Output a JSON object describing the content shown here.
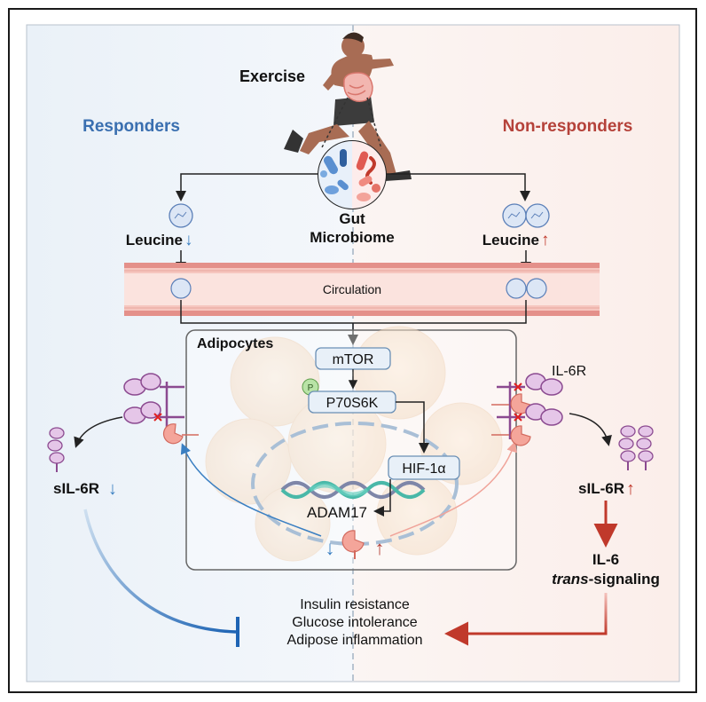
{
  "labels": {
    "exercise": "Exercise",
    "responders": "Responders",
    "non_responders": "Non-responders",
    "gut_line1": "Gut",
    "gut_line2": "Microbiome",
    "leucine_left": "Leucine",
    "leucine_right": "Leucine",
    "circulation": "Circulation",
    "adipocytes": "Adipocytes",
    "mtor": "mTOR",
    "phospho": "P",
    "p70s6k": "P70S6K",
    "hif": "HIF-1α",
    "adam17": "ADAM17",
    "il6r": "IL-6R",
    "sil6r_left": "sIL-6R",
    "sil6r_right": "sIL-6R",
    "il6": "IL-6",
    "trans_italic": "trans",
    "trans_rest": "-signaling",
    "outcome1": "Insulin resistance",
    "outcome2": "Glucose intolerance",
    "outcome3": "Adipose inflammation"
  },
  "symbols": {
    "down_arrow": "↓",
    "up_arrow": "↑"
  },
  "colors": {
    "responder_blue": "#3a6fb0",
    "nonresponder_red": "#b5423a",
    "border": "#1a1a1a",
    "vessel": "#e4908a",
    "vessel_inner": "#fbe3de",
    "box_fill": "#e8f0f8",
    "box_stroke": "#6a8fb5",
    "membrane": "#8b4a90"
  }
}
